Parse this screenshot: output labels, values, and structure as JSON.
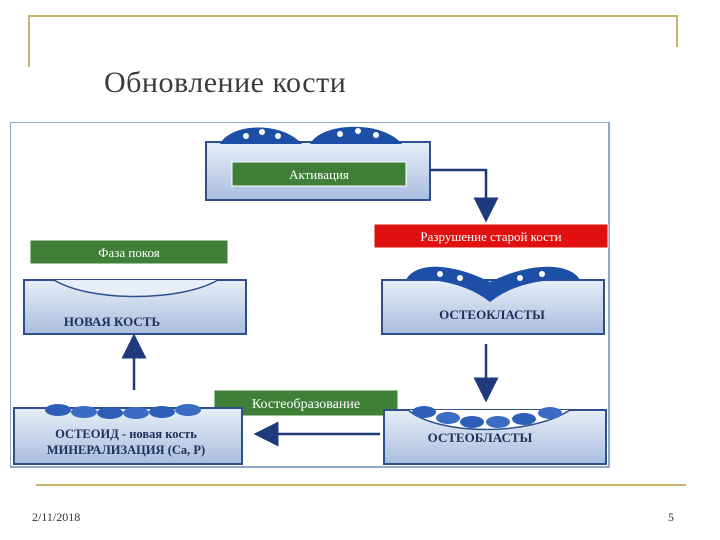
{
  "slide": {
    "title": "Обновление кости",
    "date": "2/11/2018",
    "page_number": "5"
  },
  "diagram": {
    "activation": "Активация",
    "resorption": "Разрушение старой кости",
    "rest_phase": "Фаза покоя",
    "new_bone": "НОВАЯ КОСТЬ",
    "osteoclasts": "ОСТЕОКЛАСТЫ",
    "bone_formation": "Костеобразование",
    "osteoid_line1": "ОСТЕОИД - новая кость",
    "osteoid_line2": "МИНЕРАЛИЗАЦИЯ (Ca, P)",
    "osteoblasts": "ОСТЕОБЛАСТЫ"
  },
  "colors": {
    "bone_fill": "#c9d7ec",
    "bone_border": "#2e4f8f",
    "cell_dark": "#1d4fa6",
    "green_label": "#3f7f38",
    "red_label": "#e01010",
    "arrow": "#1e3a7a",
    "frame": "#c9b26a"
  }
}
